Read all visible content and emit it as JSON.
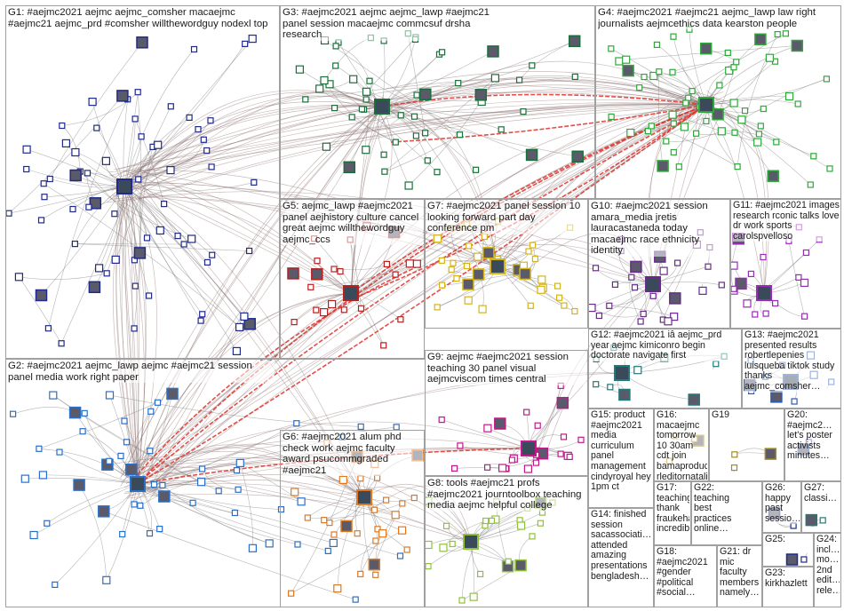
{
  "title": "",
  "colors": {
    "background": "#ffffff",
    "group_border": "#a0a0a0",
    "edge_gray": "#7a7a7a",
    "edge_red": "#e0302a",
    "label_text": "#1a1a1a"
  },
  "groups": [
    {
      "id": "G1",
      "label": "G1: #aejmc2021 aejmc aejmc_comsher macaejmc #aejmc21 aejmc_prd #comsher willthewordguy nodexl top",
      "node_color": "#1f2a8c",
      "node_count": 70
    },
    {
      "id": "G2",
      "label": "G2: #aejmc2021 aejmc_lawp aejmc #aejmc21 session panel media work right paper",
      "node_color": "#2a6fc8",
      "node_count": 55
    },
    {
      "id": "G3",
      "label": "G3: #aejmc2021 aejmc aejmc_lawp #aejmc21 panel session macaejmc commcsuf drsha research",
      "node_color": "#1b6e3a",
      "node_count": 55
    },
    {
      "id": "G4",
      "label": "G4: #aejmc2021 #aejmc21 aejmc_lawp law right journalists aejmcethics data kearston people",
      "node_color": "#2ea83a",
      "node_count": 60
    },
    {
      "id": "G5",
      "label": "G5: aejmc_lawp #aejmc2021 panel aejhistory culture cancel great aejmc willthewordguy aejmc_ccs",
      "node_color": "#b81f1f",
      "node_count": 22
    },
    {
      "id": "G6",
      "label": "G6: #aejmc2021 alum phd check work aejmc faculty award psucommgraded #aejmc21",
      "node_color": "#e07820",
      "node_count": 30
    },
    {
      "id": "G7",
      "label": "G7: #aejmc2021 panel session 10 looking forward part day conference pm",
      "node_color": "#d4b417",
      "node_count": 40
    },
    {
      "id": "G8",
      "label": "G8: tools #aejmc21 profs #aejmc2021 journtoolbox teaching media aejmc helpful college",
      "node_color": "#8fc23a",
      "node_count": 25
    },
    {
      "id": "G9",
      "label": "G9: aejmc #aejmc2021 session teaching 30 panel visual aejmcviscom times central",
      "node_color": "#c0188a",
      "node_count": 24
    },
    {
      "id": "G10",
      "label": "G10: #aejmc2021 session amara_media jretis lauracastaneda today macaejmc race ethnicity identity",
      "node_color": "#6a2a8c",
      "node_count": 26
    },
    {
      "id": "G11",
      "label": "G11: #aejmc2021 images research rconic talks love dr work sports carolspvelloso",
      "node_color": "#9a2ab8",
      "node_count": 18
    },
    {
      "id": "G12",
      "label": "G12: #aejmc2021 iâ aejmc_prd year aejmc kimiconro begin doctorate navigate first",
      "node_color": "#1f7a7a",
      "node_count": 10
    },
    {
      "id": "G13",
      "label": "G13: #aejmc2021 presented results robertlepenies luisqueba tiktok study thanks aejmc_comsher…",
      "node_color": "#2a5ab8",
      "node_count": 10
    },
    {
      "id": "G15",
      "label": "G15: product #aejmc2021 media curriculum panel management cindyroyal hey 1pm ct",
      "node_color": "#a88a1a",
      "node_count": 0
    },
    {
      "id": "G16",
      "label": "G16: macaejmc tomorrow 10 30am cdt join bamaproducer rleditornatalie…",
      "node_color": "#a88a1a",
      "node_count": 4
    },
    {
      "id": "G19",
      "label": "G19",
      "node_color": "#a88a1a",
      "node_count": 3
    },
    {
      "id": "G20",
      "label": "G20: #aejmc2… let's poster activists minutes…",
      "node_color": "#2a5ab8",
      "node_count": 2
    },
    {
      "id": "G14",
      "label": "G14: finished session sacassociati… attended amazing presentations bengladesh…",
      "node_color": "#8fc23a",
      "node_count": 0
    },
    {
      "id": "G17",
      "label": "G17: teaching thank fraukehach… incredibly…",
      "node_color": "#1f2a8c",
      "node_count": 0
    },
    {
      "id": "G22",
      "label": "G22: teaching best practices online…",
      "node_color": "#1f2a8c",
      "node_count": 0
    },
    {
      "id": "G26",
      "label": "G26: happy past sessio…",
      "node_color": "#1f2a8c",
      "node_count": 2
    },
    {
      "id": "G27",
      "label": "G27: classi…",
      "node_color": "#1f7a7a",
      "node_count": 2
    },
    {
      "id": "G25",
      "label": "G25:",
      "node_color": "#1f2a8c",
      "node_count": 2
    },
    {
      "id": "G24",
      "label": "G24: incl… mo… 2nd edit… rele…",
      "node_color": "#1f2a8c",
      "node_count": 0
    },
    {
      "id": "G18",
      "label": "G18: #aejmc2021 #gender #political #social…",
      "node_color": "#1f2a8c",
      "node_count": 0
    },
    {
      "id": "G21",
      "label": "G21: dr mic faculty members namely…",
      "node_color": "#1f2a8c",
      "node_count": 0
    },
    {
      "id": "G23",
      "label": "G23: kirkhazlett",
      "node_color": "#1f2a8c",
      "node_count": 0
    }
  ]
}
